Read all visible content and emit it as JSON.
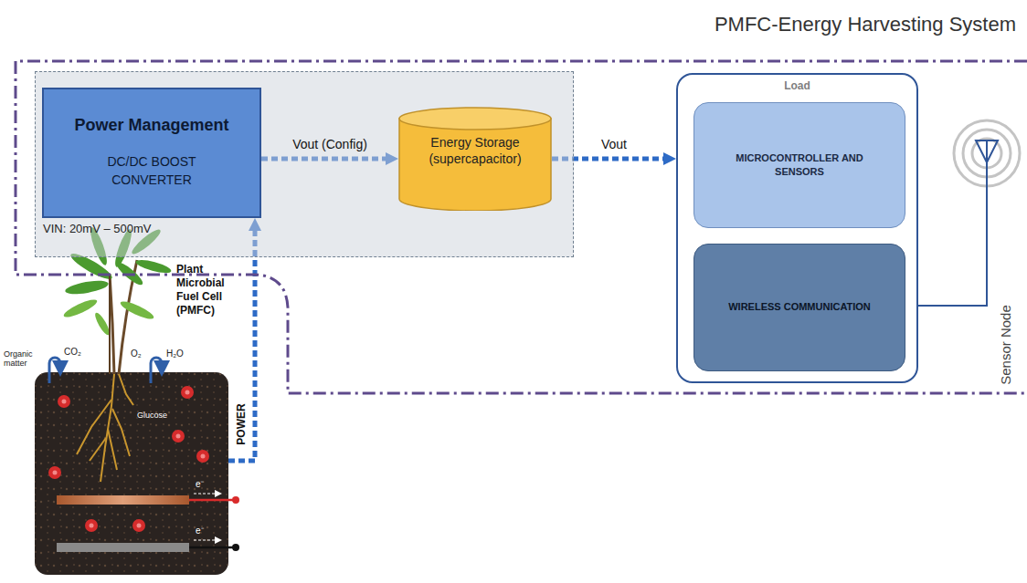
{
  "diagram": {
    "title": "PMFC-Energy Harvesting System",
    "nodes": [
      {
        "text": [
          "Sensor Node"
        ]
      },
      {
        "text": [
          "VIN: 20mV – 500mV"
        ],
        "in": 0
      },
      {
        "text": [
          "Power Management",
          "DC/DC BOOST CONVERTER"
        ],
        "in": 1
      },
      {
        "text": [
          "Energy Storage (supercapacitor)"
        ],
        "in": 1
      },
      {
        "text": [
          "Load"
        ],
        "in": 0
      },
      {
        "text": [
          "MICROCONTROLLER AND SENSORS"
        ],
        "in": 4
      },
      {
        "text": [
          "WIRELESS COMMUNICATION"
        ],
        "in": 4
      },
      {
        "text": [
          "Plant Microbial Fuel Cell (PMFC)",
          "Glucose"
        ]
      }
    ],
    "edges": [
      {
        "from": 7,
        "to": 2,
        "arrow": "to",
        "label": "POWER"
      },
      {
        "from": 2,
        "to": 3,
        "arrow": "to",
        "label": "Vout (Config)"
      },
      {
        "from": 3,
        "to": 4,
        "arrow": "to",
        "label": "Vout"
      }
    ],
    "labels": [
      "Organic matter",
      "CO₂",
      "O₂",
      "H₂O",
      "e⁻",
      "e⁻"
    ]
  }
}
